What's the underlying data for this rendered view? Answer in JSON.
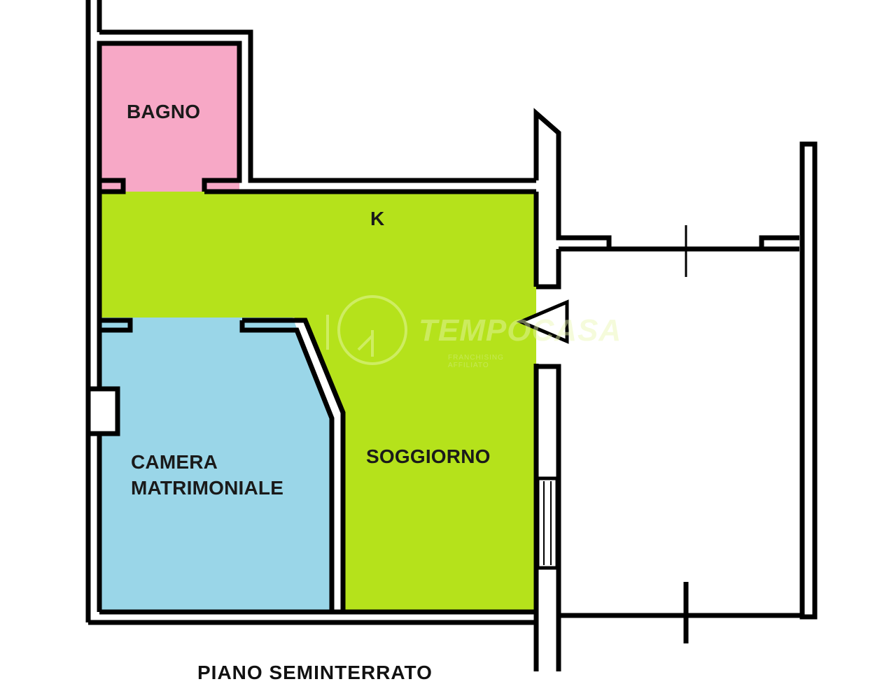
{
  "plan": {
    "type": "floor-plan",
    "floor_label": "PIANO SEMINTERRATO",
    "rooms": [
      {
        "id": "bagno",
        "label": "BAGNO",
        "color": "#f7a8c6"
      },
      {
        "id": "kitchen",
        "label": "K",
        "color": "#b5e21b"
      },
      {
        "id": "soggiorno",
        "label": "SOGGIORNO",
        "color": "#b5e21b"
      },
      {
        "id": "camera",
        "label_line1": "CAMERA",
        "label_line2": "MATRIMONIALE",
        "color": "#9ad6e8"
      }
    ],
    "entrance_marker": "entrance-triangle",
    "wall_color": "#000000",
    "watermark": {
      "brand": "TEMPOCASA",
      "badge_text": "TEMPOCASA",
      "subtitle": "FRANCHISING AFFILIATO"
    }
  }
}
